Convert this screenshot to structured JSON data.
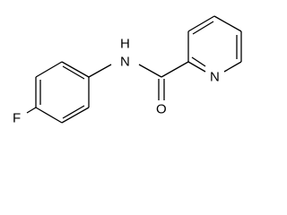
{
  "molecule": {
    "atoms": {
      "fluorine": "F",
      "amide_nitrogen": "N",
      "amide_hydrogen": "H",
      "carbonyl_oxygen": "O",
      "pyridine_nitrogen": "N"
    }
  },
  "colors": {
    "bond": "#000000",
    "label": "#000000",
    "background": "#ffffff"
  }
}
